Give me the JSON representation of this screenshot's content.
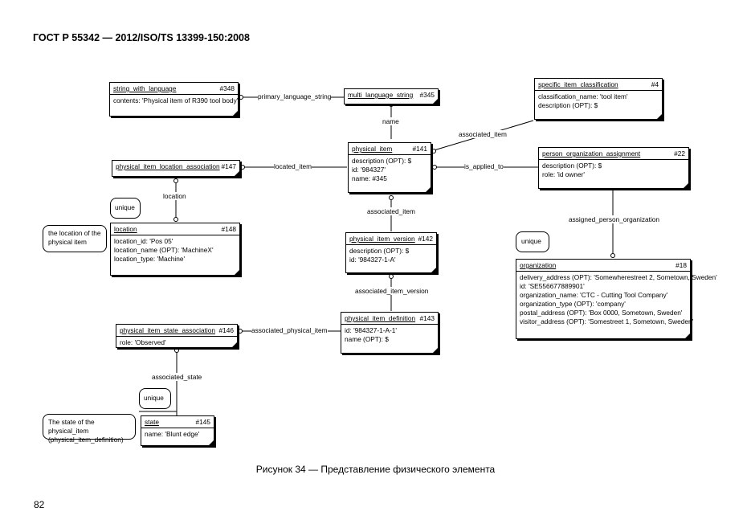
{
  "header": "ГОСТ Р 55342 — 2012/ISO/TS 13399-150:2008",
  "caption": "Рисунок 34 — Представление физического элемента",
  "page_number": "82",
  "entities": {
    "swl": {
      "name": "string_with_language",
      "id": "#348",
      "attrs": [
        "contents: 'Physical item of R390 tool body'"
      ]
    },
    "mls": {
      "name": "multi_language_string",
      "id": "#345",
      "attrs": []
    },
    "sic": {
      "name": "specific_item_classification",
      "id": "#4",
      "attrs": [
        "classification_name: 'tool item'",
        "description (OPT): $"
      ]
    },
    "pi": {
      "name": "physical_item",
      "id": "#141",
      "attrs": [
        "description (OPT): $",
        "id: '984327'",
        "name: #345"
      ]
    },
    "pila": {
      "name": "physical_item_location_association",
      "id": "#147",
      "attrs": []
    },
    "poa": {
      "name": "person_organization_assignment",
      "id": "#22",
      "attrs": [
        "description (OPT): $",
        "role: 'id owner'"
      ]
    },
    "loc": {
      "name": "location",
      "id": "#148",
      "attrs": [
        "location_id: 'Pos 05'",
        "location_name (OPT): 'MachineX'",
        "location_type: 'Machine'"
      ]
    },
    "piv": {
      "name": "physical_item_version",
      "id": "#142",
      "attrs": [
        "description (OPT): $",
        "id: '984327-1-A'"
      ]
    },
    "org": {
      "name": "organization",
      "id": "#18",
      "attrs": [
        "delivery_address (OPT): 'Somewherestreet 2, Sometown, Sweden'",
        "id: 'SE556677889901'",
        "organization_name: 'CTC - Cutting Tool Company'",
        "organization_type (OPT): 'company'",
        "postal_address (OPT): 'Box 0000, Sometown, Sweden'",
        "visitor_address (OPT): 'Somestreet 1, Sometown, Sweden'"
      ]
    },
    "pisa": {
      "name": "physical_item_state_association",
      "id": "#146",
      "attrs": [
        "role: 'Observed'"
      ]
    },
    "pid": {
      "name": "physical_item_definition",
      "id": "#143",
      "attrs": [
        "id: '984327-1-A-1'",
        "name (OPT): $"
      ]
    },
    "st": {
      "name": "state",
      "id": "#145",
      "attrs": [
        "name: 'Blunt edge'"
      ]
    }
  },
  "link_labels": {
    "primary_language_string": "primary_language_string",
    "name": "name",
    "associated_item_sic": "associated_item",
    "located_item": "located_item",
    "is_applied_to": "is_applied_to",
    "location": "location",
    "associated_item_piv": "associated_item",
    "assigned_person_organization": "assigned_person_organization",
    "associated_item_version": "associated_item_version",
    "associated_physical_item": "associated_physical_item",
    "associated_state": "associated_state"
  },
  "notes": {
    "unique_loc": "unique",
    "loc_desc": "the location of the physical item",
    "unique_org": "unique",
    "unique_state": "unique",
    "state_desc": "The state of the physical_item (physical_item_definition)"
  }
}
